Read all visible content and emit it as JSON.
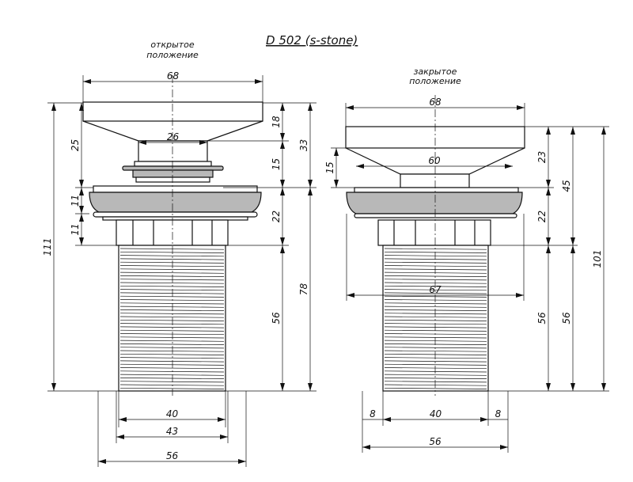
{
  "title": {
    "model": "D 502",
    "variant": "(s-stone)"
  },
  "views": {
    "open": {
      "caption_line1": "открытое",
      "caption_line2": "положение"
    },
    "closed": {
      "caption_line1": "закрытое",
      "caption_line2": "положение"
    }
  },
  "dimensions": {
    "open": {
      "cap_width": "68",
      "stem_width": "26",
      "cap_height": "18",
      "stem_height": "15",
      "total_top": "33",
      "lift": "25",
      "ring1": "11",
      "ring2": "11",
      "flange_height": "22",
      "thread_length": "56",
      "body_length": "78",
      "overall": "111",
      "thread_inner": "40",
      "thread_outer": "43",
      "bottom_width": "56"
    },
    "closed": {
      "cap_width": "68",
      "flange_width": "60",
      "gap": "15",
      "cap_height": "23",
      "flange_height": "22",
      "thread_length": "56",
      "top_total": "45",
      "thread_length2": "56",
      "overall": "101",
      "body_width": "67",
      "offset_left": "8",
      "thread_width": "40",
      "offset_right": "8",
      "bottom_width": "56"
    }
  }
}
